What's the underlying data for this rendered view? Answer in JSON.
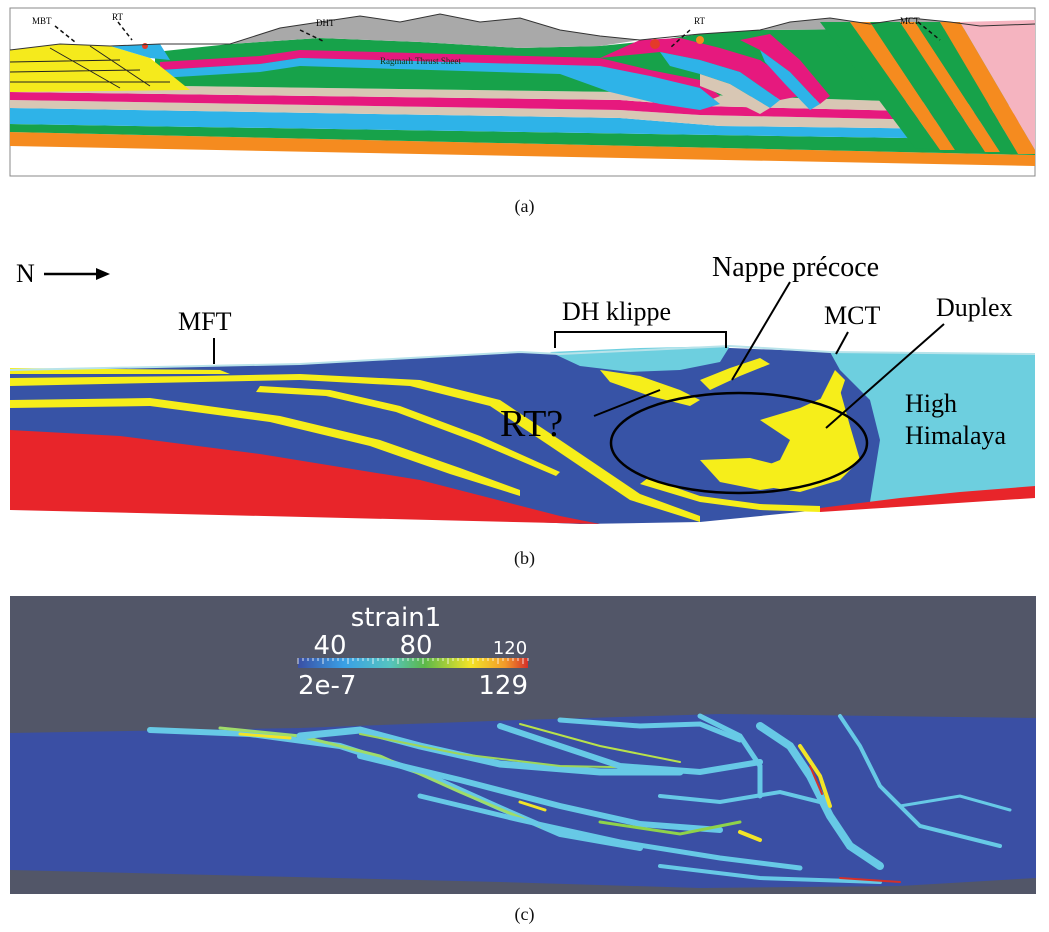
{
  "panel_a": {
    "caption": "(a)",
    "labels": {
      "mbt": "MBT",
      "rt1": "RT",
      "dht": "DHT",
      "rt2": "RT",
      "mct": "MCT",
      "sheet": "Ragmarh Thrust Sheet"
    },
    "colors": {
      "yellow": "#f5ea1c",
      "magenta": "#e6197e",
      "blue": "#2eb3e8",
      "tan": "#d8c7b4",
      "green": "#17a24a",
      "orange": "#f58b1f",
      "pink": "#f5b4c0",
      "gray": "#a9a9a9",
      "red": "#e43a2a"
    }
  },
  "panel_b": {
    "caption": "(b)",
    "labels": {
      "north": "N",
      "mft": "MFT",
      "dh_klippe": "DH klippe",
      "nappe": "Nappe précoce",
      "mct": "MCT",
      "duplex": "Duplex",
      "rt": "RT?",
      "high": "High",
      "himalaya": "Himalaya"
    },
    "colors": {
      "blue": "#3753a6",
      "yellow": "#f6ee1a",
      "red": "#e8252a",
      "cyan": "#6dcfdf"
    }
  },
  "panel_c": {
    "caption": "(c)",
    "colorbar": {
      "title": "strain1",
      "ticks": [
        "40",
        "80",
        "120"
      ],
      "min": "2e-7",
      "max": "129"
    },
    "colors": {
      "background": "#525668",
      "blue": "#3a4fa4",
      "cyan": "#67c9e6",
      "yellow": "#f2e428",
      "red": "#d4302a"
    }
  }
}
